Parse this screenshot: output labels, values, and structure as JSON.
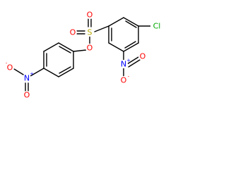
{
  "colors": {
    "bond": "#000000",
    "oxygen": "#ff0000",
    "nitrogen": "#0000ff",
    "sulfur": "#b7a800",
    "chlorine": "#00aa00",
    "background": "#ffffff"
  },
  "atoms": {
    "sulfonyl_sulfur": "S",
    "sulfonyl_oxygen_top_left": "O",
    "sulfonyl_oxygen_top_right": "O",
    "ester_oxygen": "O",
    "chlorine": "Cl",
    "nitro_right_nitrogen": "N",
    "nitro_right_nitrogen_charge": "+",
    "nitro_right_oxygen_up": "O",
    "nitro_right_oxygen_down": "O",
    "nitro_right_oxygen_down_charge": "-",
    "nitro_left_nitrogen": "N",
    "nitro_left_nitrogen_charge": "+",
    "nitro_left_oxygen_up": "O",
    "nitro_left_oxygen_up_charge": "-",
    "nitro_left_oxygen_down": "O"
  }
}
